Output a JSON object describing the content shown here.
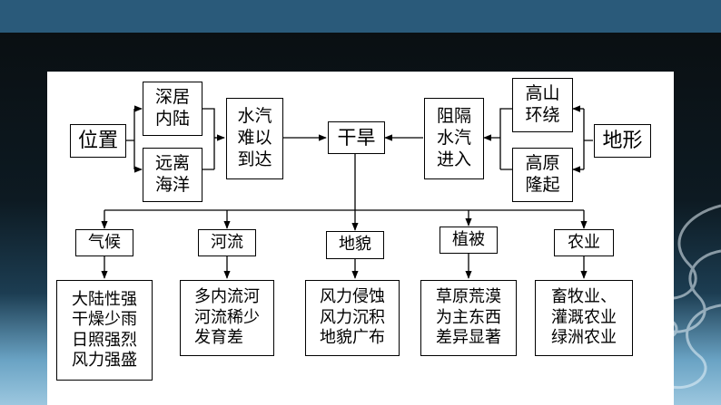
{
  "diagram": {
    "nodes": {
      "location": "位置",
      "inland": "深居\n内陆",
      "far_from_sea": "远离\n海洋",
      "vapor_hard": "水汽\n难以\n到达",
      "arid": "干旱",
      "blocked": "阻隔\n水汽\n进入",
      "mountains": "高山\n环绕",
      "plateau": "高原\n隆起",
      "terrain": "地形",
      "climate": "气候",
      "rivers": "河流",
      "landform": "地貌",
      "vegetation": "植被",
      "agriculture": "农业",
      "climate_desc": "大陆性强\n干燥少雨\n日照强烈\n风力强盛",
      "rivers_desc": "多内流河\n河流稀少\n发育差",
      "landform_desc": "风力侵蚀\n风力沉积\n地貌广布",
      "vegetation_desc": "草原荒漠\n为主东西\n差异显著",
      "agriculture_desc": "畜牧业、\n灌溉农业\n绿洲农业"
    },
    "colors": {
      "line": "#000000",
      "box_border": "#000000",
      "panel": "#ffffff",
      "top_bar": "#2a5a7a"
    }
  }
}
